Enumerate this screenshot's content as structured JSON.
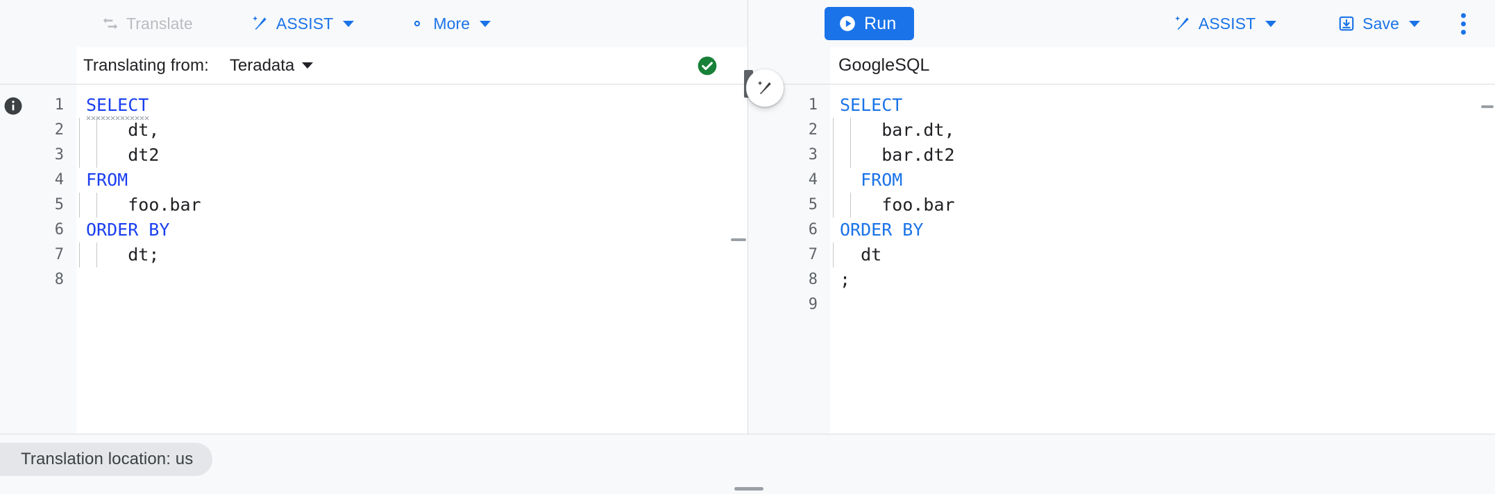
{
  "toolbar": {
    "left": {
      "translate": {
        "label": "Translate",
        "icon": "translate-swap-icon",
        "enabled": false
      },
      "assist": {
        "label": "ASSIST",
        "icon": "magic-wand-icon",
        "caret": true
      },
      "more": {
        "label": "More",
        "icon": "gear-icon",
        "caret": true
      }
    },
    "right": {
      "run": {
        "label": "Run",
        "icon": "play-circle-icon"
      },
      "assist": {
        "label": "ASSIST",
        "icon": "magic-wand-icon",
        "caret": true
      },
      "save": {
        "label": "Save",
        "icon": "save-download-icon",
        "caret": true
      },
      "overflow": {
        "icon": "kebab-menu-icon"
      }
    },
    "accent_color": "#1a73e8",
    "disabled_color": "#b9bcc0"
  },
  "left_pane": {
    "translating_from_label": "Translating from:",
    "source_dialect": "Teradata",
    "status_icon": "check-circle-icon",
    "status_color": "#188038",
    "info_icon": "info-circle-icon",
    "line_numbers": [
      "1",
      "2",
      "3",
      "4",
      "5",
      "6",
      "7",
      "8"
    ],
    "lines": [
      {
        "indent": 0,
        "tokens": [
          {
            "t": "SELECT",
            "k": "keyword",
            "squiggle": true
          }
        ]
      },
      {
        "indent": 2,
        "tokens": [
          {
            "t": "dt,",
            "k": "plain"
          }
        ]
      },
      {
        "indent": 2,
        "tokens": [
          {
            "t": "dt2",
            "k": "plain"
          }
        ]
      },
      {
        "indent": 0,
        "tokens": [
          {
            "t": "FROM",
            "k": "keyword"
          }
        ]
      },
      {
        "indent": 2,
        "tokens": [
          {
            "t": "foo.bar",
            "k": "plain"
          }
        ]
      },
      {
        "indent": 0,
        "tokens": [
          {
            "t": "ORDER BY",
            "k": "keyword"
          }
        ]
      },
      {
        "indent": 2,
        "tokens": [
          {
            "t": "dt;",
            "k": "plain"
          }
        ]
      },
      {
        "indent": 0,
        "tokens": []
      }
    ]
  },
  "right_pane": {
    "target_dialect": "GoogleSQL",
    "line_numbers": [
      "1",
      "2",
      "3",
      "4",
      "5",
      "6",
      "7",
      "8",
      "9"
    ],
    "lines": [
      {
        "indent": 0,
        "tokens": [
          {
            "t": "SELECT",
            "k": "keyword-soft"
          }
        ]
      },
      {
        "indent": 2,
        "tokens": [
          {
            "t": "bar.dt,",
            "k": "plain"
          }
        ]
      },
      {
        "indent": 2,
        "tokens": [
          {
            "t": "bar.dt2",
            "k": "plain"
          }
        ]
      },
      {
        "indent": 1,
        "tokens": [
          {
            "t": "FROM",
            "k": "keyword-soft"
          }
        ]
      },
      {
        "indent": 2,
        "tokens": [
          {
            "t": "foo.bar",
            "k": "plain"
          }
        ]
      },
      {
        "indent": 0,
        "tokens": [
          {
            "t": "ORDER BY",
            "k": "keyword-soft"
          }
        ]
      },
      {
        "indent": 1,
        "tokens": [
          {
            "t": "dt",
            "k": "plain"
          }
        ]
      },
      {
        "indent": 0,
        "tokens": [
          {
            "t": ";",
            "k": "plain"
          }
        ]
      },
      {
        "indent": 0,
        "tokens": []
      }
    ]
  },
  "splitter": {
    "handle_name": "pane-resize-handle",
    "magic_button_icon": "magic-wand-icon"
  },
  "bottom_bar": {
    "location_text": "Translation location: us",
    "grip_name": "bottom-resize-grip"
  }
}
